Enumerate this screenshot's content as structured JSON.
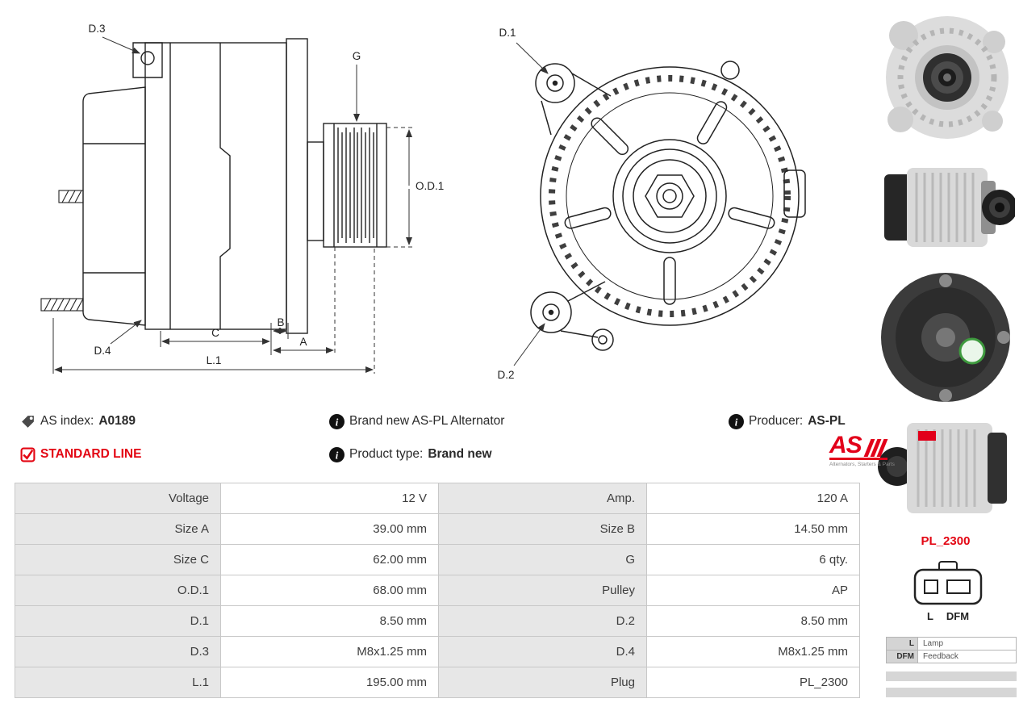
{
  "info": {
    "as_index": {
      "label": "AS index:",
      "value": "A0189"
    },
    "standard_line": "STANDARD LINE",
    "brand_new": "Brand new AS-PL Alternator",
    "product_type": {
      "label": "Product type:",
      "value": "Brand new"
    },
    "producer": {
      "label": "Producer:",
      "value": "AS-PL"
    }
  },
  "logo": {
    "text": "AS",
    "tagline": "Alternators, Starters & Parts"
  },
  "diagram": {
    "side": {
      "d3": "D.3",
      "d4": "D.4",
      "g": "G",
      "od1": "O.D.1",
      "c": "C",
      "b": "B",
      "a": "A",
      "l1": "L.1"
    },
    "front": {
      "d1": "D.1",
      "d2": "D.2"
    }
  },
  "plug": {
    "code": "PL_2300",
    "pin_left": "L",
    "pin_right": "DFM"
  },
  "legend": {
    "rows": [
      {
        "key": "L",
        "value": "Lamp"
      },
      {
        "key": "DFM",
        "value": "Feedback"
      }
    ]
  },
  "table": {
    "rows": [
      {
        "c1": "Voltage",
        "v1": "12 V",
        "c2": "Amp.",
        "v2": "120 A"
      },
      {
        "c1": "Size A",
        "v1": "39.00 mm",
        "c2": "Size B",
        "v2": "14.50 mm"
      },
      {
        "c1": "Size C",
        "v1": "62.00 mm",
        "c2": "G",
        "v2": "6 qty."
      },
      {
        "c1": "O.D.1",
        "v1": "68.00 mm",
        "c2": "Pulley",
        "v2": "AP"
      },
      {
        "c1": "D.1",
        "v1": "8.50 mm",
        "c2": "D.2",
        "v2": "8.50 mm"
      },
      {
        "c1": "D.3",
        "v1": "M8x1.25 mm",
        "c2": "D.4",
        "v2": "M8x1.25 mm"
      },
      {
        "c1": "L.1",
        "v1": "195.00 mm",
        "c2": "Plug",
        "v2": "PL_2300"
      }
    ]
  }
}
